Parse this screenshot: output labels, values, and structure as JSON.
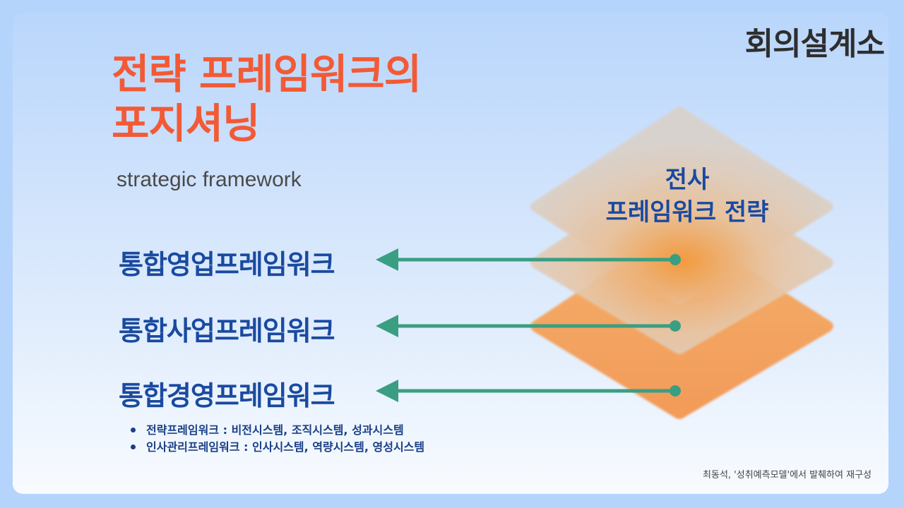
{
  "logo": "회의설계소",
  "title_lines": [
    "전략 프레임워크의",
    "포지셔닝"
  ],
  "subtitle": "strategic framework",
  "top_layer_label_lines": [
    "전사",
    "프레임워크 전략"
  ],
  "frameworks": [
    "통합영업프레임워크",
    "통합사업프레임워크",
    "통합경영프레임워크"
  ],
  "bullets": [
    "전략프레임워크 : 비전시스템, 조직시스템, 성과시스템",
    "인사관리프레임워크 : 인사시스템, 역량시스템, 영성시스템"
  ],
  "source": "최동석, '성취예측모델'에서 발췌하여 재구성",
  "colors": {
    "title": "#f25a36",
    "framework_text": "#1a4aa0",
    "arrow": "#3a9e82",
    "layer_orange": "#f4a05a"
  }
}
